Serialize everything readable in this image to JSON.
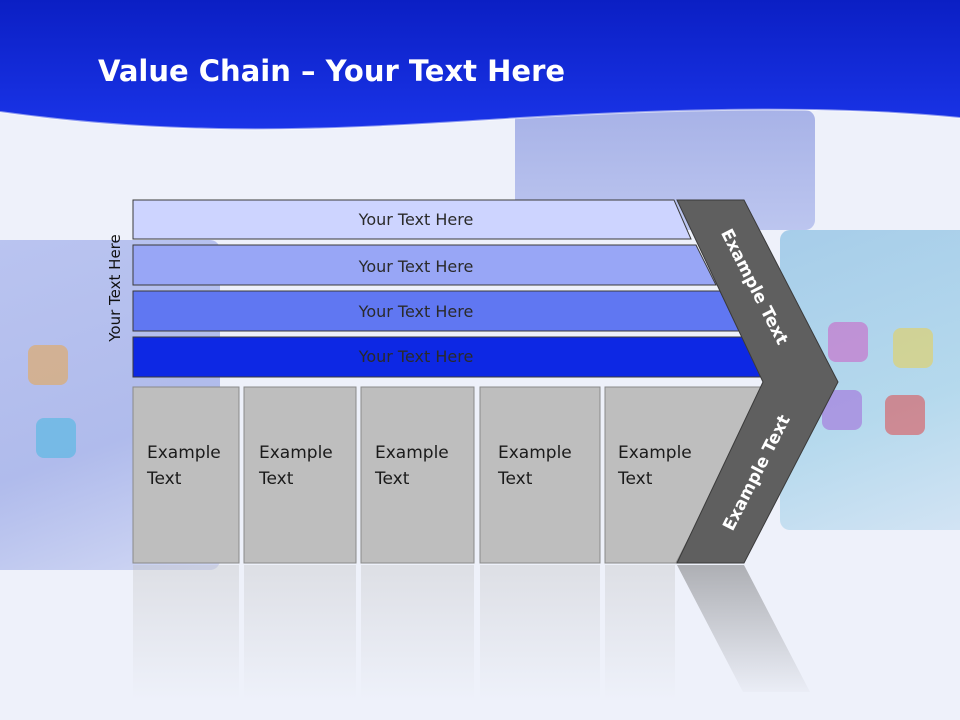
{
  "title": {
    "bold": "Value Chain",
    "rest": " – Your Text Here"
  },
  "side_label": "Your Text Here",
  "bars": [
    {
      "label": "Your Text Here",
      "color": "#cdd4ff"
    },
    {
      "label": "Your Text Here",
      "color": "#98a6f6"
    },
    {
      "label": "Your Text Here",
      "color": "#6077f2"
    },
    {
      "label": "Your Text Here",
      "color": "#0d28e4"
    }
  ],
  "columns": [
    {
      "label": "Example\nText"
    },
    {
      "label": "Example\nText"
    },
    {
      "label": "Example\nText"
    },
    {
      "label": "Example\nText"
    },
    {
      "label": "Example\nText"
    }
  ],
  "chevron": {
    "top_text": "Example Text",
    "bottom_text": "Example Text",
    "color": "#5f5f5f"
  },
  "colors": {
    "header": "#0a22d6",
    "column_fill": "#bebebe"
  }
}
